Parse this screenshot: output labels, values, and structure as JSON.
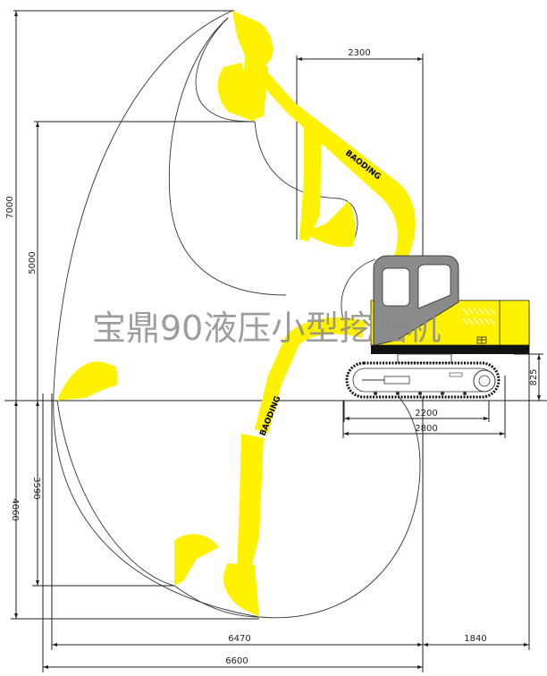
{
  "diagram": {
    "title_watermark": "宝鼎90液压小型挖掘机",
    "brand_on_boom": "BAODING",
    "colors": {
      "machine_yellow": "#fff200",
      "cab_gray": "#8a8a8a",
      "line": "#222222",
      "watermark_gray": "#8c8c8c"
    },
    "dimensions": {
      "max_digging_height": "7000",
      "max_dumping_height": "5000",
      "min_swing_radius": "2300",
      "max_digging_depth": "4060",
      "max_vertical_wall_depth": "3590",
      "max_digging_reach_ground": "6470",
      "max_digging_reach": "6600",
      "tail_swing_radius": "1840",
      "track_length_tumbler_center": "2200",
      "track_overall_length": "2800",
      "counterweight_clearance": "825"
    }
  }
}
